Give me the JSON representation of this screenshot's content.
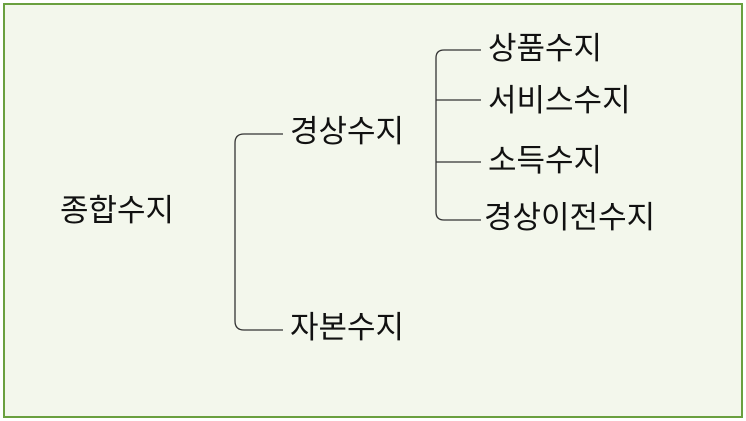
{
  "diagram": {
    "root": "종합수지",
    "branches": [
      {
        "label": "경상수지",
        "children": [
          "상품수지",
          "서비스수지",
          "소득수지",
          "경상이전수지"
        ]
      },
      {
        "label": "자본수지",
        "children": []
      }
    ]
  },
  "colors": {
    "background": "#f3f7ec",
    "border": "#6aa03f",
    "text": "#111111",
    "lines": "#333333"
  }
}
